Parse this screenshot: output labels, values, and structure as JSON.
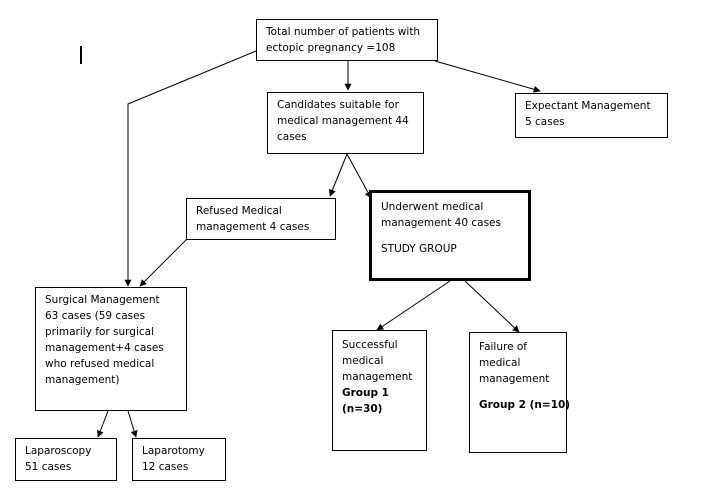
{
  "nodes": {
    "total": [
      "Total number  of patients with",
      "ectopic pregnancy  =108"
    ],
    "candidates": [
      "Candidates suitable for",
      "medical management 44",
      "cases"
    ],
    "expectant": [
      "Expectant Management",
      "5 cases"
    ],
    "refused": [
      "Refused Medical",
      "management 4 cases"
    ],
    "underwent": [
      "Underwent medical",
      "management 40 cases"
    ],
    "study_group": "STUDY GROUP",
    "surgical": [
      "Surgical Management",
      "63 cases (59 cases",
      "primarily for surgical",
      "management+4 cases",
      "who refused medical",
      "management)"
    ],
    "successful": [
      "Successful",
      "medical",
      "management"
    ],
    "group1": [
      "Group 1",
      "(n=30)"
    ],
    "failure": [
      "Failure of",
      "medical",
      "management"
    ],
    "group2": "Group 2 (n=10)",
    "laparoscopy": [
      "Laparoscopy",
      "51 cases"
    ],
    "laparotomy": [
      "Laparotomy",
      "12 cases"
    ]
  }
}
